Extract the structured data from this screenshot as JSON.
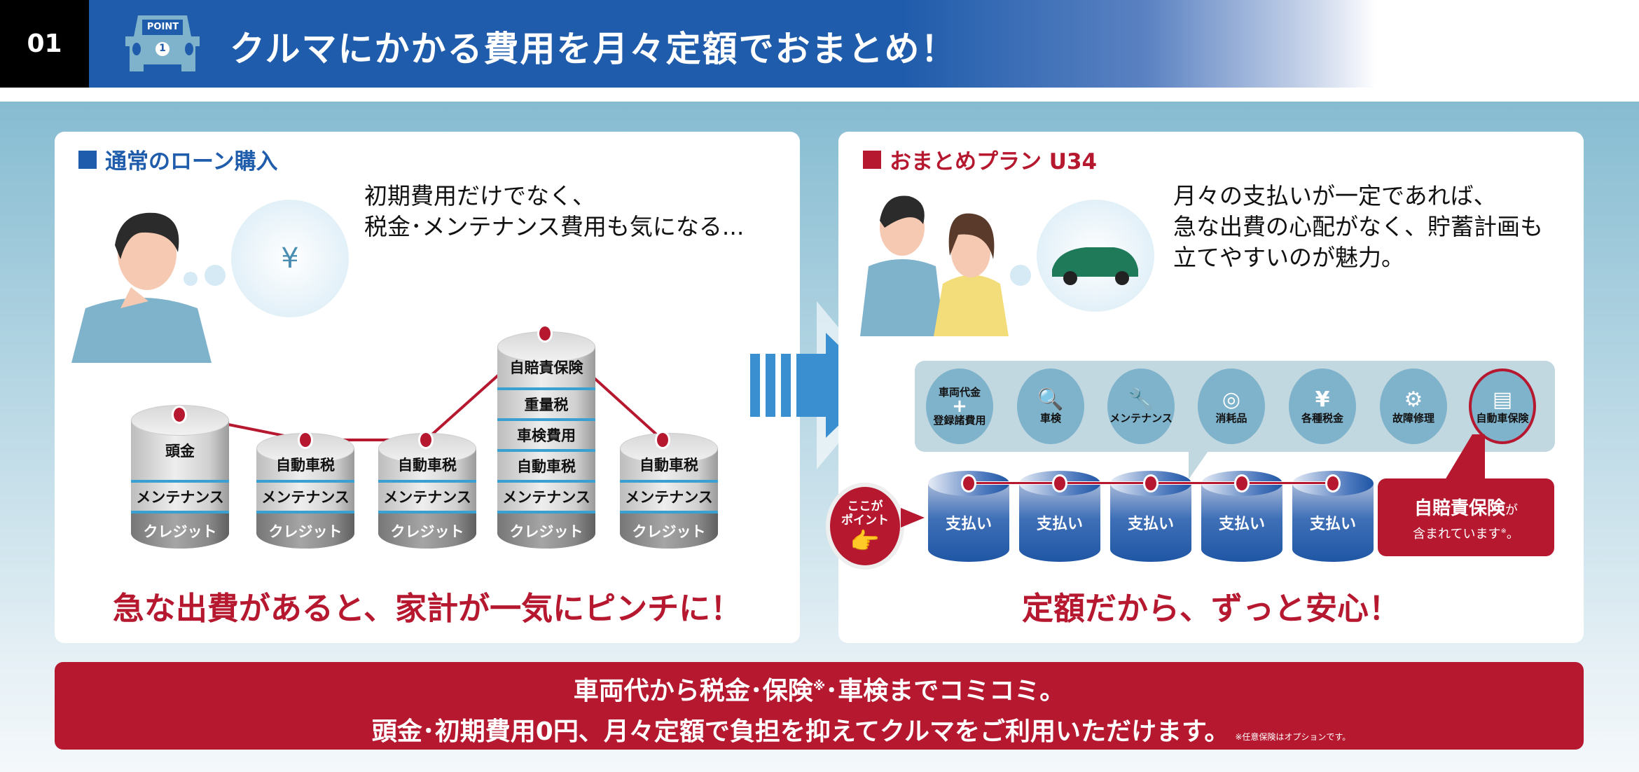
{
  "header": {
    "number": "01",
    "badge": "POINT",
    "badge_num": "1",
    "title": "クルマにかかる費用を月々定額でおまとめ！"
  },
  "left": {
    "heading": "通常のローン購入",
    "lead": [
      "初期費用だけでなく、",
      "税金･メンテナンス費用も気になる..."
    ],
    "stacks": [
      {
        "layers": [
          "頭金",
          "メンテナンス",
          "クレジット"
        ]
      },
      {
        "layers": [
          "自動車税",
          "メンテナンス",
          "クレジット"
        ]
      },
      {
        "layers": [
          "自動車税",
          "メンテナンス",
          "クレジット"
        ]
      },
      {
        "layers": [
          "自賠責保険",
          "重量税",
          "車検費用",
          "自動車税",
          "メンテナンス",
          "クレジット"
        ]
      },
      {
        "layers": [
          "自動車税",
          "メンテナンス",
          "クレジット"
        ]
      }
    ],
    "conclusion": "急な出費があると、家計が一気にピンチに！"
  },
  "right": {
    "heading": "おまとめプラン U34",
    "lead": [
      "月々の支払いが一定であれば、",
      "急な出費の心配がなく、貯蓄計画も",
      "立てやすいのが魅力。"
    ],
    "items": [
      {
        "label": "車両代金\n+\n登録諸費用",
        "icon": ""
      },
      {
        "label": "車検",
        "icon": "car-search"
      },
      {
        "label": "メンテナンス",
        "icon": "wrench"
      },
      {
        "label": "消耗品",
        "icon": "tire"
      },
      {
        "label": "各種税金",
        "icon": "yen"
      },
      {
        "label": "故障修理",
        "icon": "gears"
      },
      {
        "label": "自動車保険",
        "icon": "document"
      }
    ],
    "item_label_1a": "車両代金",
    "item_label_1b": "+",
    "item_label_1c": "登録諸費用",
    "payments": [
      "支払い",
      "支払い",
      "支払い",
      "支払い",
      "支払い"
    ],
    "point_bubble": [
      "ここが",
      "ポイント"
    ],
    "callout_strong": "自賠責保険",
    "callout_ga": "が",
    "callout_rest": "含まれています",
    "callout_mark": "※",
    "callout_end": "。",
    "conclusion": "定額だから、ずっと安心！"
  },
  "banner": {
    "line1": "車両代から税金･保険",
    "line1_mark": "※",
    "line1_end": "･車検までコミコミ。",
    "line2": "頭金･初期費用0円、月々定額で負担を抑えてクルマをご利用いただけます。",
    "note": "※任意保険はオプションです。"
  },
  "colors": {
    "blue": "#1f5cab",
    "red": "#b5182f",
    "light": "#7fb2cb"
  }
}
